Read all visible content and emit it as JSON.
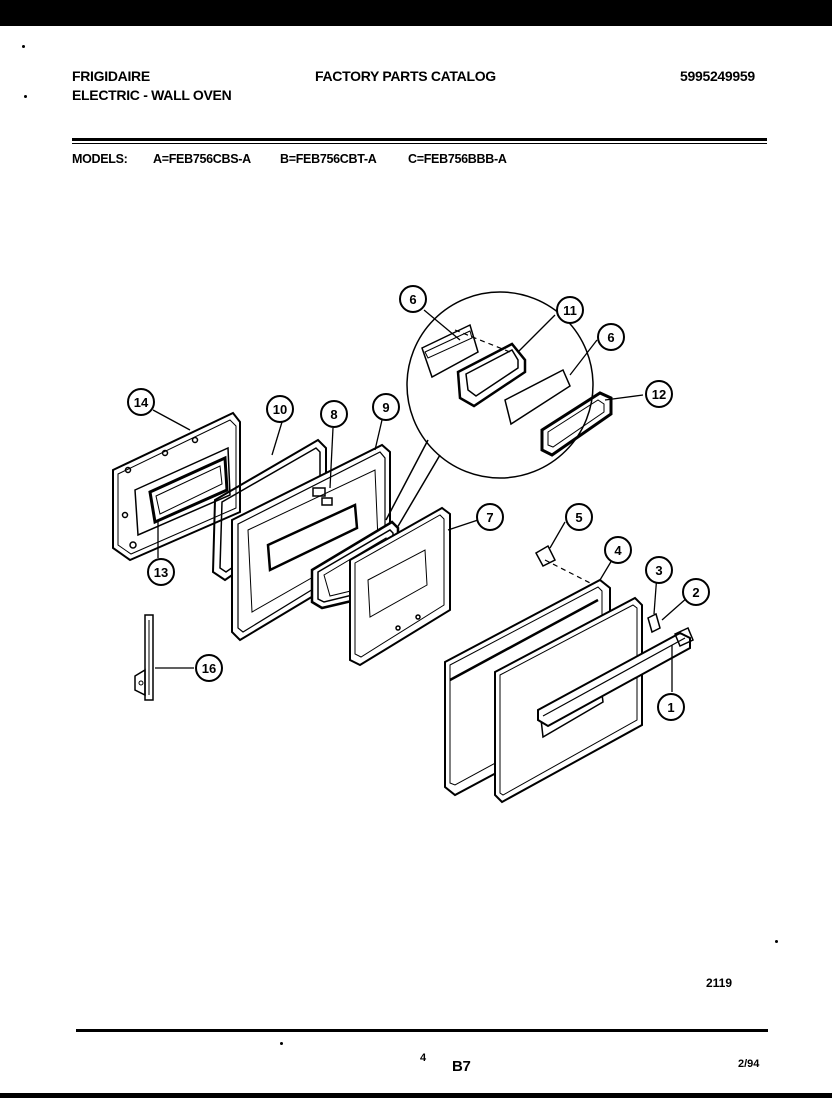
{
  "header": {
    "brand": "FRIGIDAIRE",
    "product": "ELECTRIC - WALL OVEN",
    "catalog_title": "FACTORY PARTS CATALOG",
    "catalog_number": "5995249959"
  },
  "models": {
    "label": "MODELS:",
    "a": "A=FEB756CBS-A",
    "b": "B=FEB756CBT-A",
    "c": "C=FEB756BBB-A"
  },
  "callouts": [
    "14",
    "10",
    "8",
    "9",
    "13",
    "7",
    "6",
    "11",
    "6",
    "12",
    "5",
    "4",
    "3",
    "2",
    "1",
    "16"
  ],
  "footer": {
    "drawing_number": "2119",
    "page_marker": "4",
    "section": "B7",
    "date": "2/94"
  }
}
